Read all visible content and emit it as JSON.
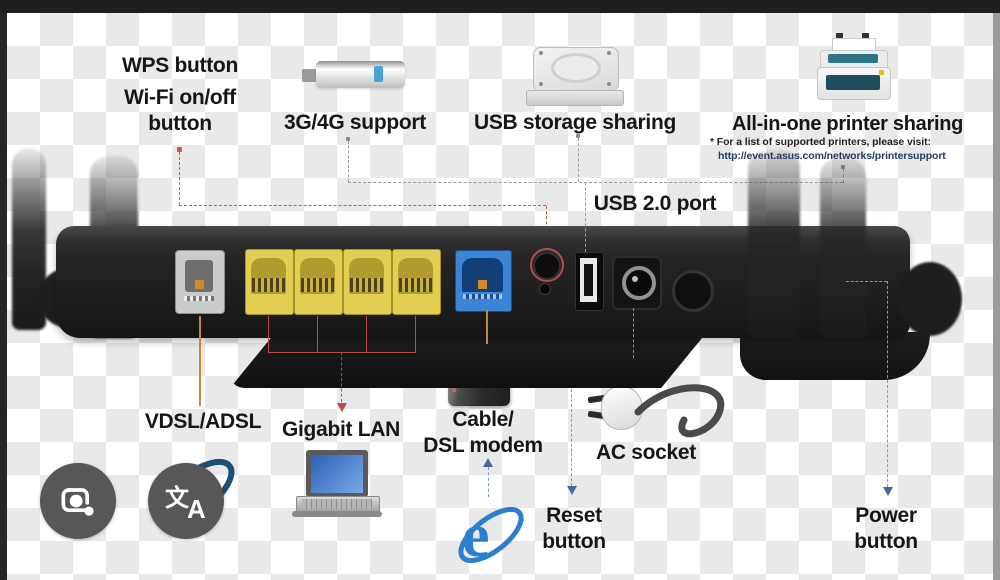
{
  "labels": {
    "wps": "WPS button",
    "wifi": "Wi-Fi on/off\nbutton",
    "g34": "3G/4G support",
    "usb_storage": "USB storage sharing",
    "printer": "All-in-one printer sharing",
    "printer_note": "* For a list of supported printers, please visit:",
    "printer_url": "http://event.asus.com/networks/printersupport",
    "usb2": "USB 2.0 port",
    "vdsl": "VDSL/ADSL",
    "gigabit": "Gigabit LAN",
    "modem": "Cable/\nDSL modem",
    "ac": "AC socket",
    "reset": "Reset\nbutton",
    "power": "Power\nbutton"
  },
  "overlay": {
    "lens_button": "google-lens-camera-icon",
    "translate_button": "translate-icon",
    "translate_glyph_cjk": "文",
    "translate_glyph_latin": "A"
  },
  "icons": {
    "dongle": "3g4g-usb-dongle",
    "hdd": "usb-storage-drive",
    "printer": "all-in-one-printer",
    "laptop": "laptop",
    "modem": "cable-dsl-modem",
    "ac_plug": "ac-power-plug",
    "ie_bottom": "internet-explorer-logo",
    "ie_behind": "internet-explorer-logo-dark"
  },
  "colors": {
    "red_callout": "#cc5555",
    "gray_callout": "#9b9b9b",
    "blue_callout": "#7b99c6",
    "orange_callout": "#c08a38",
    "lan_red": "#c24848",
    "lan_port_yellow": "#e2cf52",
    "wan_port_blue": "#3a85d6",
    "router_body": "#222222",
    "label_text": "#161616",
    "top_bar": "#1f1f1f"
  }
}
